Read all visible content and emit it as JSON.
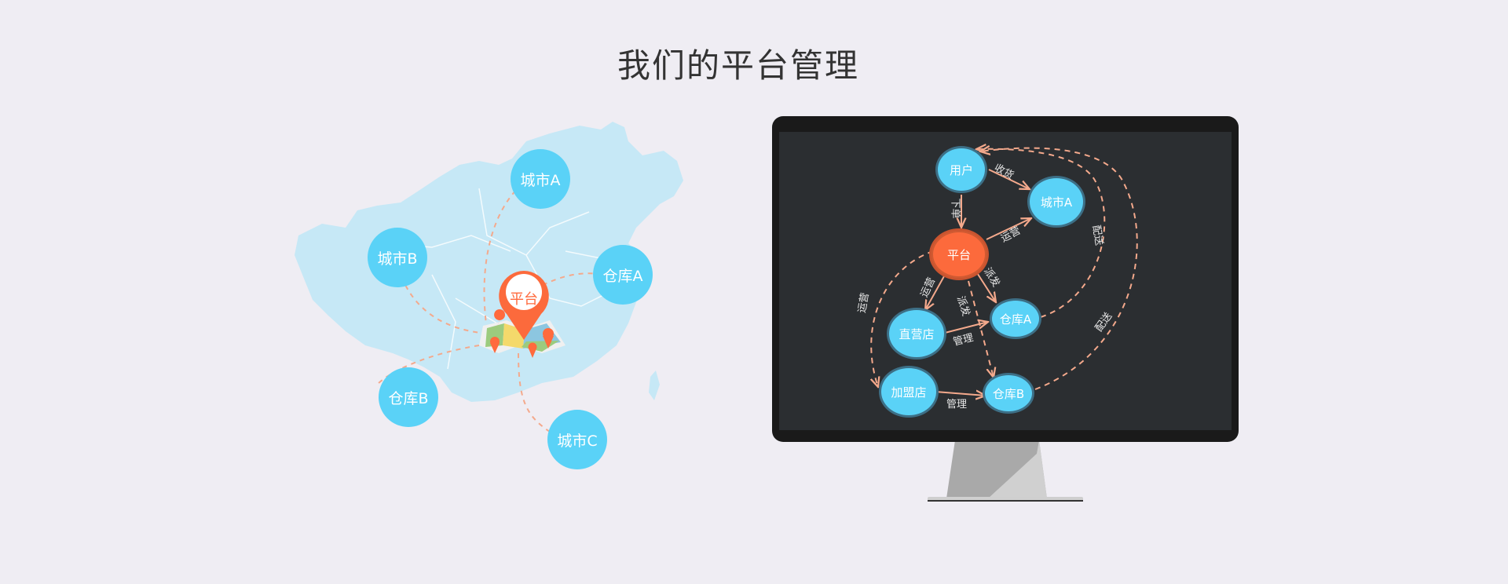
{
  "title": "我们的平台管理",
  "colors": {
    "cyan": "#5ad2f7",
    "orange": "#fc6a3c",
    "dash": "#f4a98c",
    "map": "#c6e8f6"
  },
  "map": {
    "pin_label": "平台",
    "bubbles": {
      "city_a": "城市A",
      "city_b": "城市B",
      "warehouse_a": "仓库A",
      "warehouse_b": "仓库B",
      "city_c": "城市C"
    }
  },
  "network": {
    "nodes": {
      "user": "用户",
      "city_a": "城市A",
      "platform": "平台",
      "direct_store": "直营店",
      "warehouse_a": "仓库A",
      "franchise": "加盟店",
      "warehouse_b": "仓库B"
    },
    "edges": {
      "order": "下单",
      "receipt": "收货",
      "operate_a": "运营",
      "operate_direct": "运营",
      "dispatch_a": "派发",
      "dispatch_b": "派发",
      "operate_franchise": "运营",
      "manage_direct": "管理",
      "manage_franchise": "管理",
      "deliver_a": "配送",
      "deliver_b": "配送"
    }
  }
}
